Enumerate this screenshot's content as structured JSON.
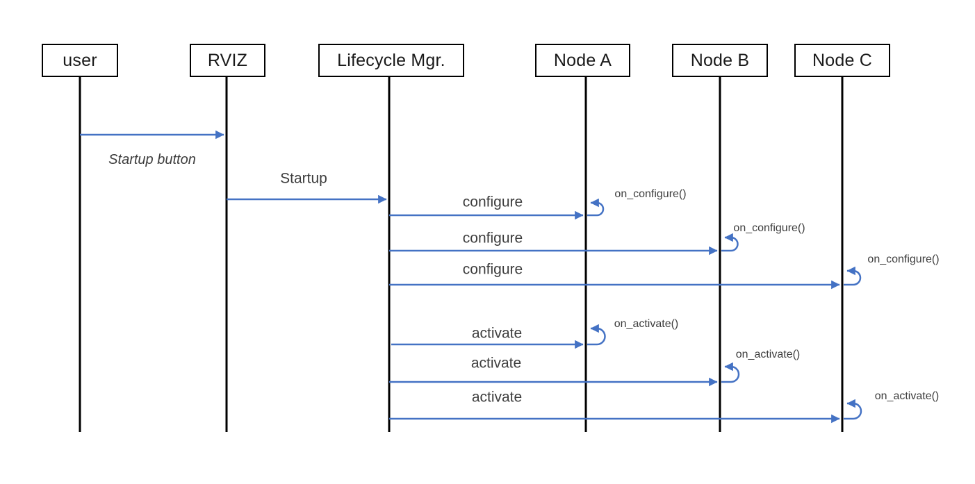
{
  "diagram_type": "sequence-diagram",
  "actors": [
    {
      "id": "user",
      "label": "user"
    },
    {
      "id": "rviz",
      "label": "RVIZ"
    },
    {
      "id": "lifecycle-mgr",
      "label": "Lifecycle Mgr."
    },
    {
      "id": "node-a",
      "label": "Node A"
    },
    {
      "id": "node-b",
      "label": "Node B"
    },
    {
      "id": "node-c",
      "label": "Node C"
    }
  ],
  "messages": [
    {
      "label": "Startup button",
      "from": "user",
      "to": "RVIZ",
      "style": "italic"
    },
    {
      "label": "Startup",
      "from": "RVIZ",
      "to": "Lifecycle Mgr.",
      "style": "normal"
    },
    {
      "label": "configure",
      "from": "Lifecycle Mgr.",
      "to": "Node A",
      "style": "normal"
    },
    {
      "label": "configure",
      "from": "Lifecycle Mgr.",
      "to": "Node B",
      "style": "normal"
    },
    {
      "label": "configure",
      "from": "Lifecycle Mgr.",
      "to": "Node C",
      "style": "normal"
    },
    {
      "label": "activate",
      "from": "Lifecycle Mgr.",
      "to": "Node A",
      "style": "normal"
    },
    {
      "label": "activate",
      "from": "Lifecycle Mgr.",
      "to": "Node B",
      "style": "normal"
    },
    {
      "label": "activate",
      "from": "Lifecycle Mgr.",
      "to": "Node C",
      "style": "normal"
    }
  ],
  "self_calls": [
    {
      "label": "on_configure()",
      "actor": "Node A"
    },
    {
      "label": "on_configure()",
      "actor": "Node B"
    },
    {
      "label": "on_configure()",
      "actor": "Node C"
    },
    {
      "label": "on_activate()",
      "actor": "Node A"
    },
    {
      "label": "on_activate()",
      "actor": "Node B"
    },
    {
      "label": "on_activate()",
      "actor": "Node C"
    }
  ],
  "colors": {
    "arrow": "#4472C4",
    "lifeline": "#000000",
    "box_border": "#000000",
    "box_text": "#1a1a1a",
    "msg_text": "#3d3d3d",
    "bg": "#ffffff"
  }
}
